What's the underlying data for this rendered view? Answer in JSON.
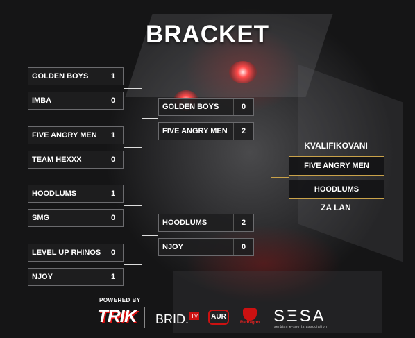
{
  "title": "BRACKET",
  "round1": [
    {
      "name": "GOLDEN BOYS",
      "score": "1"
    },
    {
      "name": "IMBA",
      "score": "0"
    },
    {
      "name": "FIVE ANGRY MEN",
      "score": "1"
    },
    {
      "name": "TEAM HEXXX",
      "score": "0"
    },
    {
      "name": "HOODLUMS",
      "score": "1"
    },
    {
      "name": "SMG",
      "score": "0"
    },
    {
      "name": "LEVEL UP RHINOS",
      "score": "0"
    },
    {
      "name": "NJOY",
      "score": "1"
    }
  ],
  "round2": [
    {
      "name": "GOLDEN BOYS",
      "score": "0"
    },
    {
      "name": "FIVE ANGRY MEN",
      "score": "2"
    },
    {
      "name": "HOODLUMS",
      "score": "2"
    },
    {
      "name": "NJOY",
      "score": "0"
    }
  ],
  "qualified_label": "KVALIFIKOVANI",
  "qualified": [
    "FIVE ANGRY MEN",
    "HOODLUMS"
  ],
  "lan_label": "ZA LAN",
  "sponsors": {
    "powered_by": "POWERED BY",
    "trik": "TRIK",
    "brid": "BRID.",
    "brid_tv": "TV",
    "aur": "AUR",
    "redragon": "Redragon",
    "sesa": "SΞSA",
    "sesa_sub": "serbian e-sports association"
  },
  "colors": {
    "accent": "#c9a24a",
    "red": "#cc1111"
  }
}
